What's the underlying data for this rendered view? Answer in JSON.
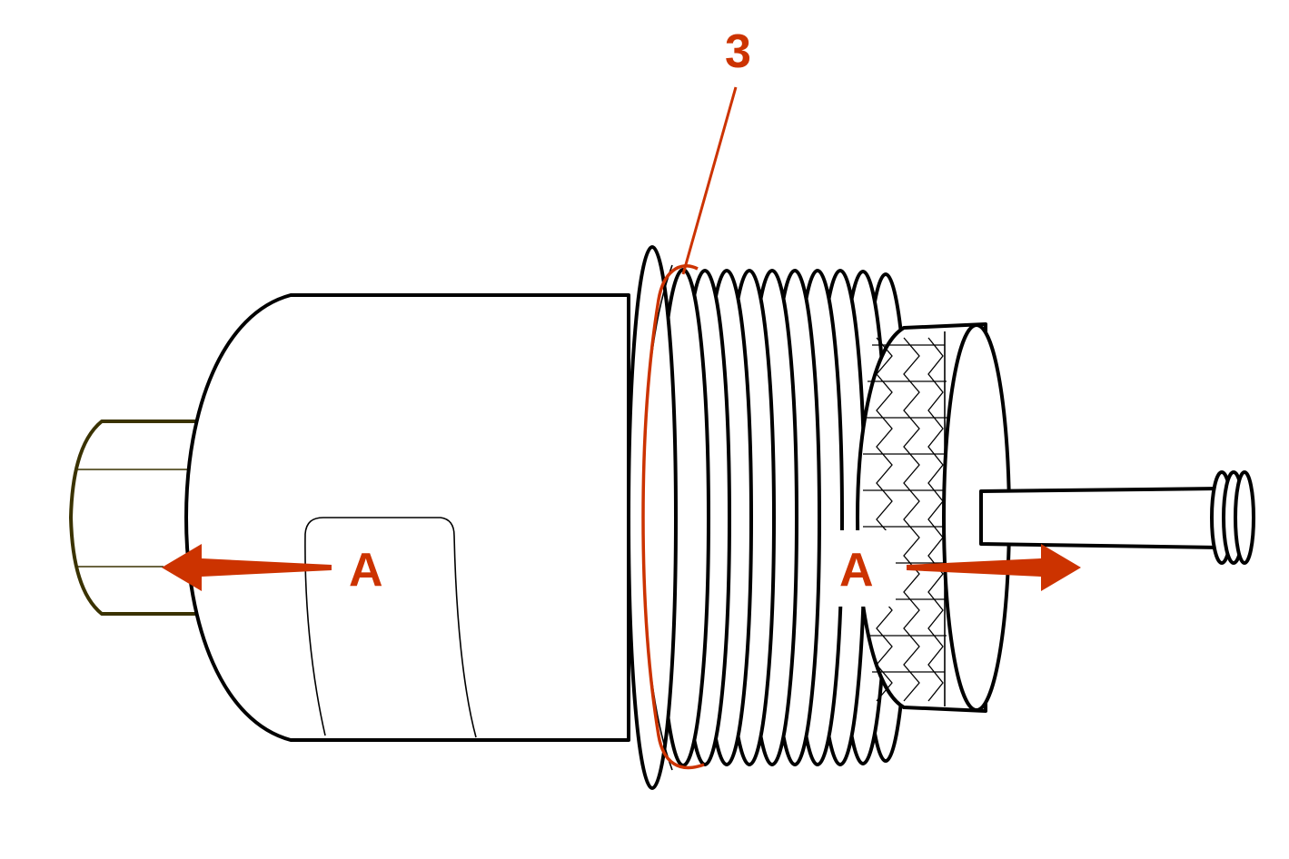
{
  "labels": {
    "part_number": "3",
    "direction_left": "A",
    "direction_right": "A"
  },
  "colors": {
    "callout": "#cc3300",
    "line": "#000000",
    "stem": "#3a3200",
    "background": "#ffffff"
  }
}
